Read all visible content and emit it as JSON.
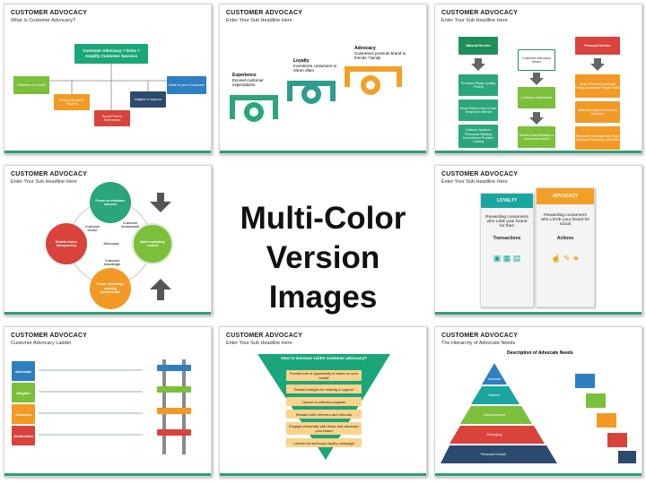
{
  "slide_title": "CUSTOMER ADVOCACY",
  "center": {
    "line1": "Multi-Color",
    "line2": "Version Images"
  },
  "s1": {
    "subtitle": "What Is Customer Advocacy?",
    "top_box": "Customer Advocacy = Drive + Amplify Customer Success",
    "nodes": [
      "Retention & Growth",
      "Word of Mouth & Referral",
      "Social Proof & References",
      "Insights to Improve",
      "Value on your Customers"
    ]
  },
  "s2": {
    "subtitle": "Enter Your Sub Headline Here",
    "steps": [
      {
        "title": "Experience",
        "text": "Exceed customer expectations"
      },
      {
        "title": "Loyalty",
        "text": "Incentivize customers to return often"
      },
      {
        "title": "Advocacy",
        "text": "Customers promote brand to friends / family"
      }
    ]
  },
  "s3": {
    "subtitle": "Enter Your Sub Headline Here",
    "col1_head": "Material Service",
    "col2_head": "Customer Advocacy Model",
    "col3_head": "Personal Service",
    "col1": [
      "Products Range Quality Pricing",
      "Touch Points Face to face Telephone Internet",
      "Delivery Systems Processes Meeting Commitment Problem Solving"
    ],
    "col2": [
      "Customer Experience",
      "Monitor and feedback to amend as needed"
    ],
    "col3": [
      "Skills Product Knowledge Policy Awareness People Skills",
      "Attitudes Helpful Courteous Proactive",
      "Reputation Management Style Employee Branding Job Roles"
    ]
  },
  "s4": {
    "subtitle": "Enter Your Sub Headline Here",
    "circles": [
      "Focus on customer success",
      "Build marketing context",
      "Foster knowledge creating partnerships",
      "Enable choice transparency"
    ],
    "labels": [
      "Customer choice",
      "Customer involvement",
      "Advocacy",
      "Customer knowledge"
    ]
  },
  "s5": {
    "subtitle": "Enter Your Sub Headline Here",
    "loyalty": {
      "head": "LOYALTY",
      "body": "Rewarding consumers who LIKE your brand for their",
      "foot": "Transactions"
    },
    "advocacy": {
      "head": "ADVOCACY",
      "body": "Rewarding consumers who LOVE your brand for social",
      "foot": "Actions"
    }
  },
  "s6": {
    "subtitle": "Customer Advocacy Ladder",
    "rungs": [
      "Advocate",
      "Alligiant",
      "Attracted",
      "Ambivalent"
    ]
  },
  "s7": {
    "subtitle": "Enter Your Sub Headline Here",
    "question": "How to increase visitor customer advocacy?",
    "items": [
      "Provide lots of opportunity to share on your behalf",
      "Reward badges for sharing & support",
      "Launch a referrers program",
      "Reward both referrers and referrals",
      "Engage personally with those that advocate your brand",
      "Launch ad advocacy loyalty campaign"
    ]
  },
  "s8": {
    "subtitle": "The Hierarchy of Advocate Needs",
    "heading": "Description of Advocate Needs",
    "levels": [
      "Advocate",
      "Esteem",
      "Advertisement",
      "Belonging",
      "Personal Growth"
    ]
  },
  "colors": {
    "accent": "#2f9e7a",
    "teal": "#1aa6a0",
    "orange": "#f2a025",
    "green": "#7bbf3a",
    "red": "#d9433b",
    "blue": "#2d7fc1",
    "navy": "#2c4a6e"
  }
}
